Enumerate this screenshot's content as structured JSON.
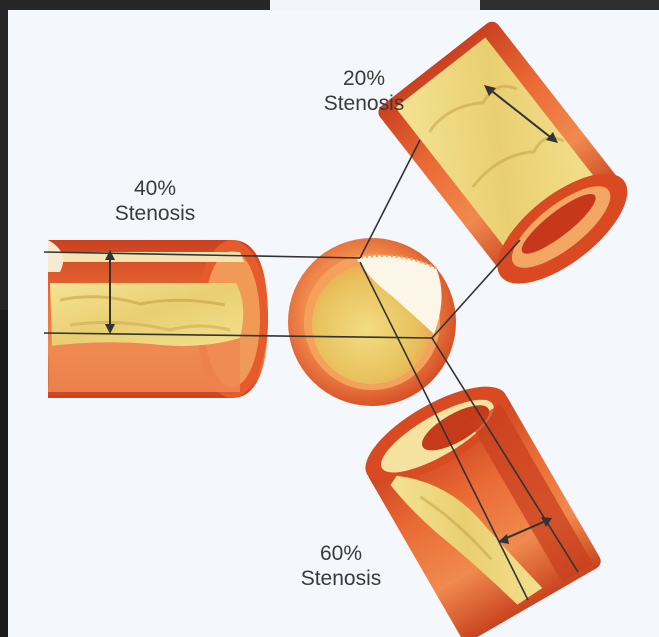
{
  "diagram": {
    "labels": {
      "stenosis_20": {
        "percent": "20%",
        "word": "Stenosis"
      },
      "stenosis_40": {
        "percent": "40%",
        "word": "Stenosis"
      },
      "stenosis_60": {
        "percent": "60%",
        "word": "Stenosis"
      }
    },
    "colors": {
      "artery_wall": "#e0562b",
      "artery_light": "#f0904c",
      "plaque": "#f1dc86",
      "plaque_shadow": "#c9a84a",
      "lumen": "#fbf6e8",
      "guide_line": "#333333",
      "background": "#f4f7fc"
    }
  }
}
